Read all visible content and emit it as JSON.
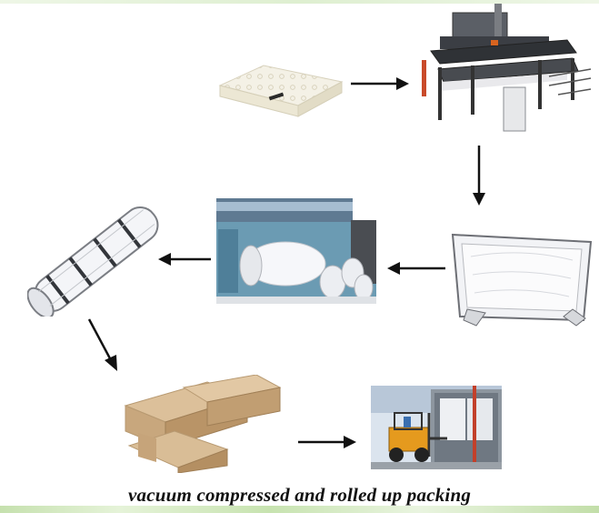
{
  "caption": "vacuum compressed and rolled up packing",
  "steps": [
    {
      "id": "mattress",
      "icon": "mattress-icon"
    },
    {
      "id": "compression-machine",
      "icon": "compression-machine-icon"
    },
    {
      "id": "vacuum-sealed-mattress",
      "icon": "sealed-mattress-icon"
    },
    {
      "id": "rolling-machine",
      "icon": "rolling-machine-icon"
    },
    {
      "id": "rolled-mattress",
      "icon": "rolled-mattress-icon"
    },
    {
      "id": "cartons",
      "icon": "carton-box-icon"
    },
    {
      "id": "forklift-loading",
      "icon": "forklift-icon"
    }
  ],
  "colors": {
    "arrow": "#111111",
    "background": "#ffffff"
  }
}
